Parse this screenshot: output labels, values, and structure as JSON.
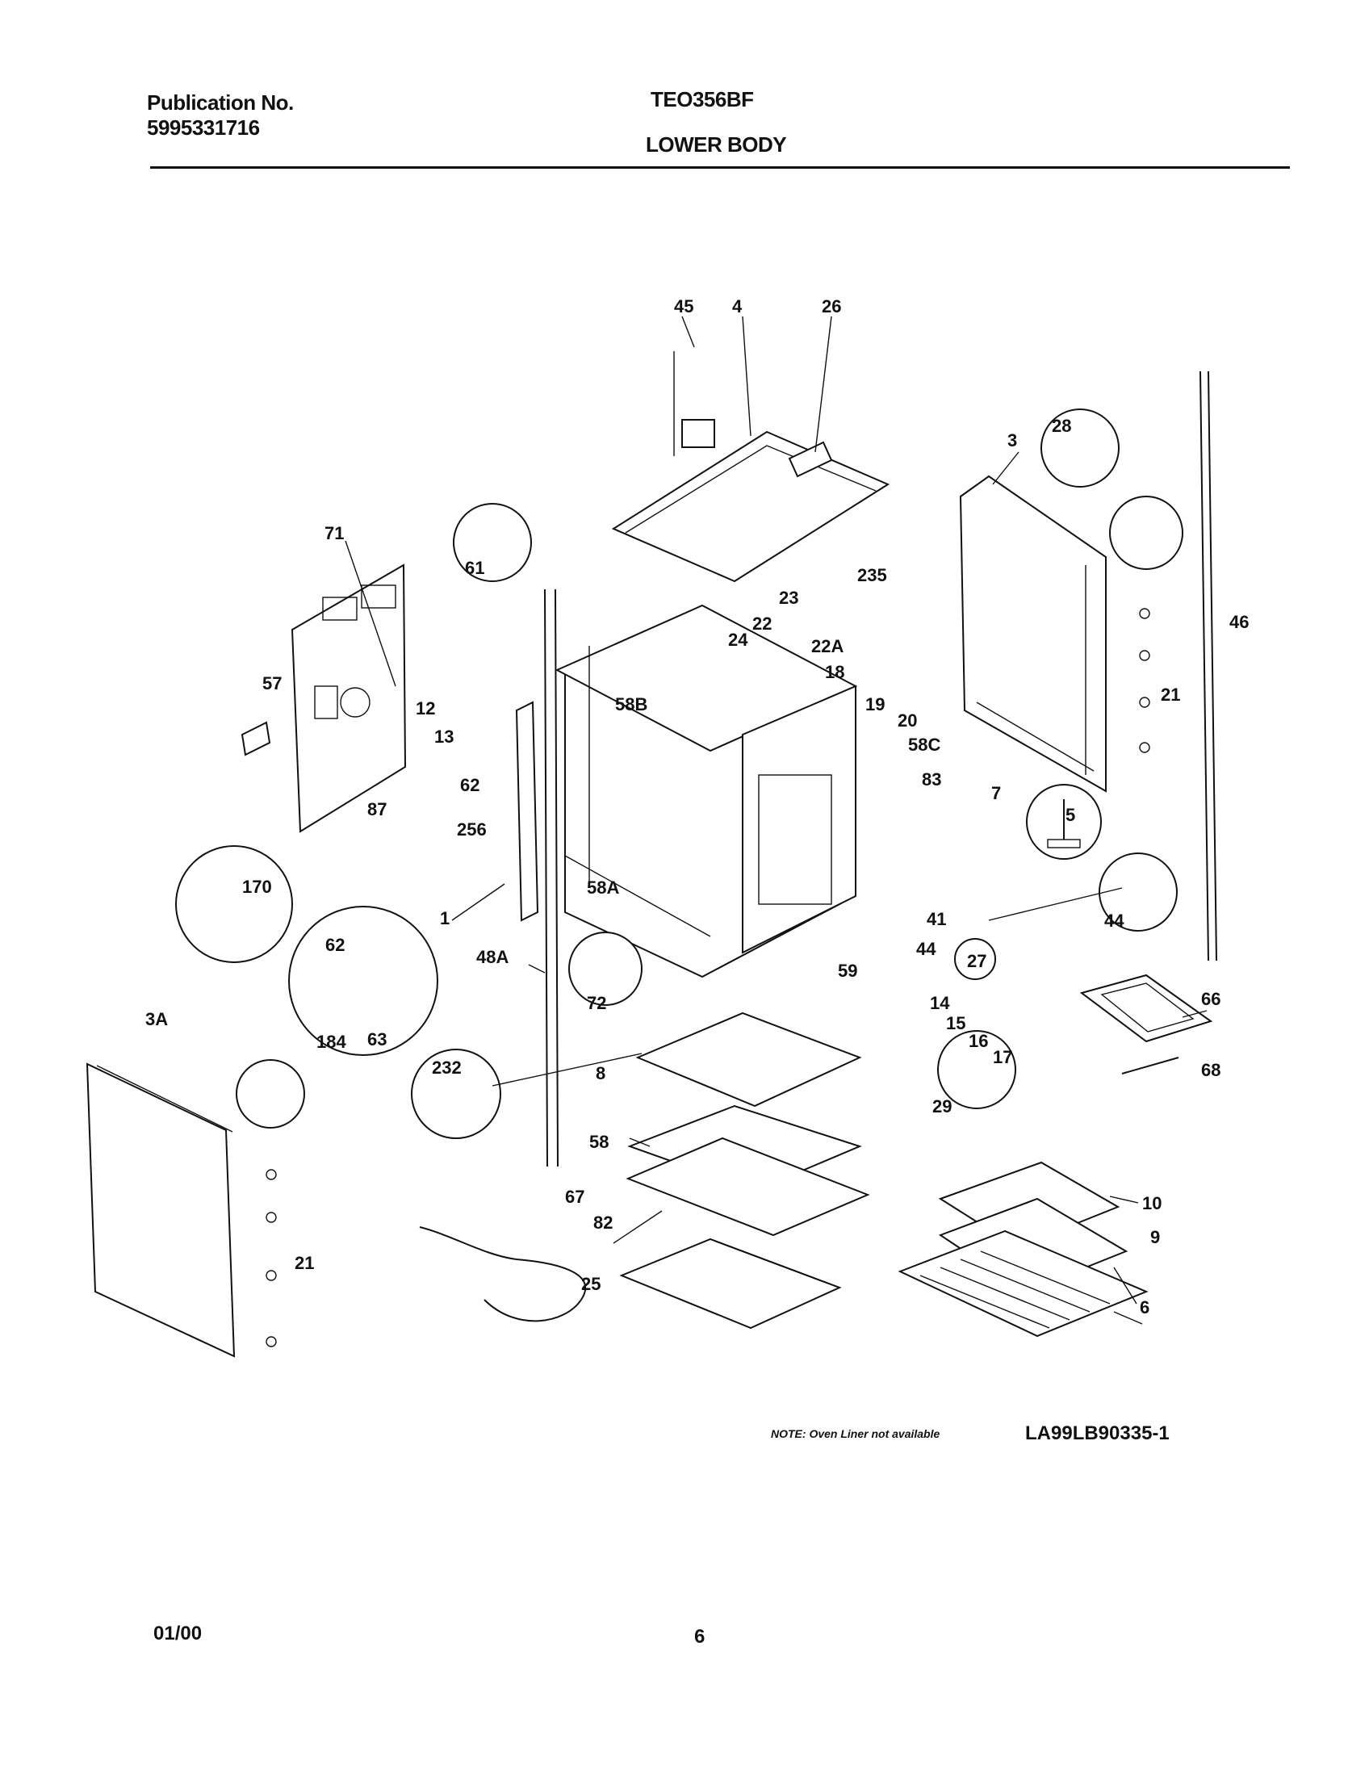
{
  "header": {
    "publication_label": "Publication No.",
    "publication_number": "5995331716",
    "model": "TEO356BF",
    "section": "LOWER BODY"
  },
  "footer": {
    "note": "NOTE: Oven Liner not available",
    "figure_ref": "LA99LB90335-1",
    "date": "01/00",
    "page": "6"
  },
  "callouts": [
    "45",
    "4",
    "26",
    "3",
    "28",
    "71",
    "61",
    "235",
    "23",
    "22",
    "22A",
    "24",
    "18",
    "46",
    "58B",
    "19",
    "12",
    "13",
    "57",
    "20",
    "58C",
    "83",
    "7",
    "62",
    "256",
    "87",
    "1",
    "58A",
    "5",
    "170",
    "21",
    "44",
    "41",
    "62",
    "48A",
    "27",
    "44",
    "59",
    "72",
    "14",
    "15",
    "66",
    "16",
    "17",
    "3A",
    "8",
    "232",
    "184",
    "63",
    "58",
    "29",
    "68",
    "10",
    "67",
    "82",
    "9",
    "21",
    "25",
    "6"
  ]
}
